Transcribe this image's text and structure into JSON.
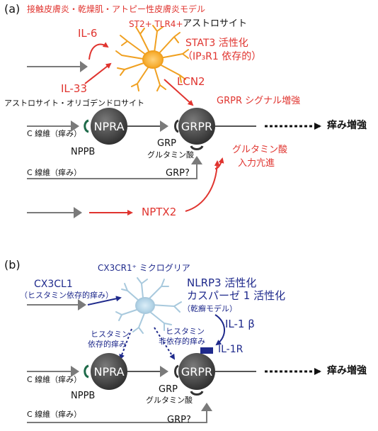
{
  "panel_a": {
    "panel_label": "(a)",
    "title": "接触皮膚炎・乾燥肌・アトピー性皮膚炎モデル",
    "il6": "IL-6",
    "astro_markers": "ST2+ TLR4+",
    "astro_name": "アストロサイト",
    "stat3_line1": "STAT3 活性化",
    "stat3_line2": "（IP₃R1 依存的）",
    "il33": "IL-33",
    "lcn2": "LCN2",
    "astro_oligo": "アストロサイト・オリゴデンドロサイト",
    "grpr_signal": "GRPR シグナル増強",
    "npra": "NPRA",
    "grpr": "GRPR",
    "c_fiber_1": "C 線維（痒み）",
    "nppb": "NPPB",
    "grp": "GRP",
    "glutamate": "グルタミン酸",
    "itch_enhance": "痒み増強",
    "glutamate_release_1": "グルタミン酸",
    "glutamate_release_2": "入力亢進",
    "c_fiber_2": "C 線維（痒み）",
    "grp_q": "GRP?",
    "nptx2": "NPTX2"
  },
  "panel_b": {
    "panel_label": "(b)",
    "microglia": "CX3CR1⁺ ミクログリア",
    "cx3cl1": "CX3CL1",
    "cx3cl1_note": "（ヒスタミン依存的痒み）",
    "nlrp3": "NLRP3 活性化",
    "caspase": "カスパーゼ 1 活性化",
    "dry_model": "（乾癬モデル）",
    "il1b": "IL-1 β",
    "histamine_dep_1": "ヒスタミン",
    "histamine_dep_2": "依存的痒み",
    "histamine_indep_1": "ヒスタミン",
    "histamine_indep_2": "非依存的痒み",
    "il1r": "IL-1R",
    "npra": "NPRA",
    "grpr": "GRPR",
    "itch_enhance": "痒み増強",
    "c_fiber_1": "C 線維（痒み）",
    "nppb": "NPPB",
    "grp": "GRP",
    "glutamate": "グルタミン酸",
    "c_fiber_2": "C 線維（痒み）",
    "grp_q": "GRP?"
  },
  "colors": {
    "red": "#e0342f",
    "blue": "#1f2a8c",
    "astrocyte": "#f5a623",
    "microglia": "#b9d8ea",
    "neuron": "#3a3a3a",
    "fiber": "#7a7a7a",
    "npra_receptor": "#1f6b4a",
    "il1r_receptor": "#1f2a8c"
  }
}
